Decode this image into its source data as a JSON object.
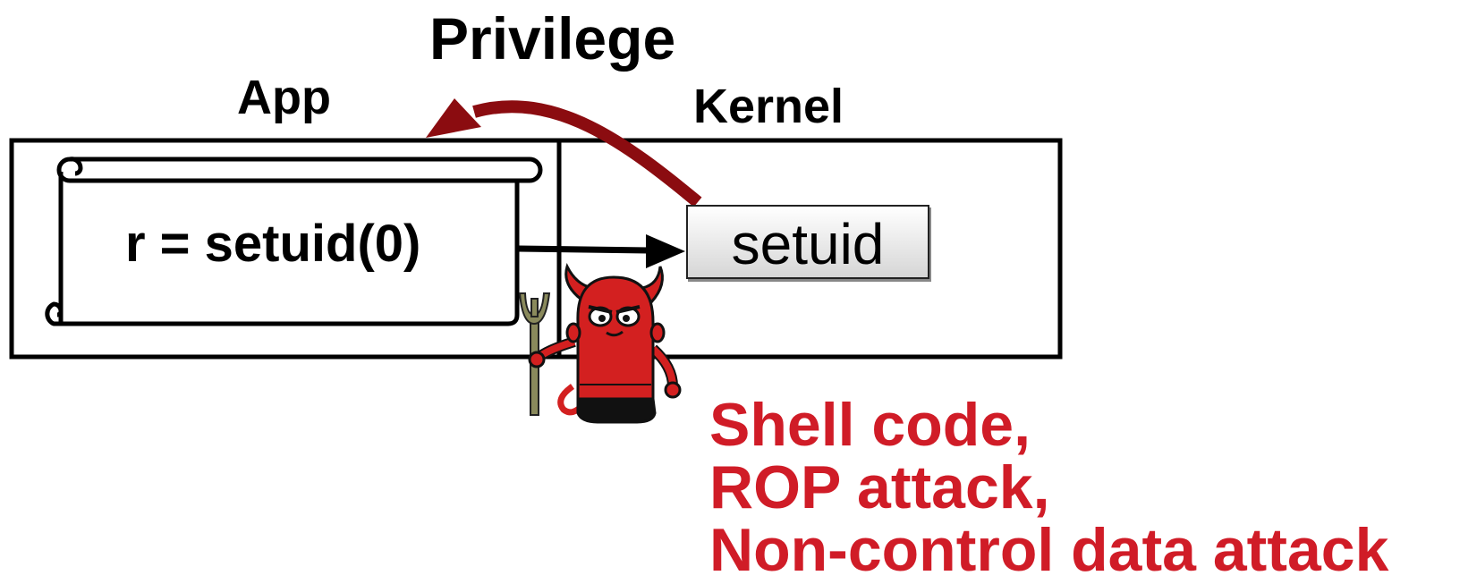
{
  "diagram": {
    "title": "Privilege",
    "app_label": "App",
    "kernel_label": "Kernel",
    "code_line": "r = setuid(0)",
    "syscall_label": "setuid",
    "attack_lines": [
      "Shell code,",
      "ROP attack,",
      "Non-control data attack"
    ],
    "colors": {
      "attack_text": "#d01c27",
      "privilege_arrow": "#8b0c10",
      "devil_body": "#d32020",
      "trident": "#8a8a5c"
    },
    "icons": [
      "scroll-icon",
      "devil-icon",
      "trident-icon"
    ]
  }
}
